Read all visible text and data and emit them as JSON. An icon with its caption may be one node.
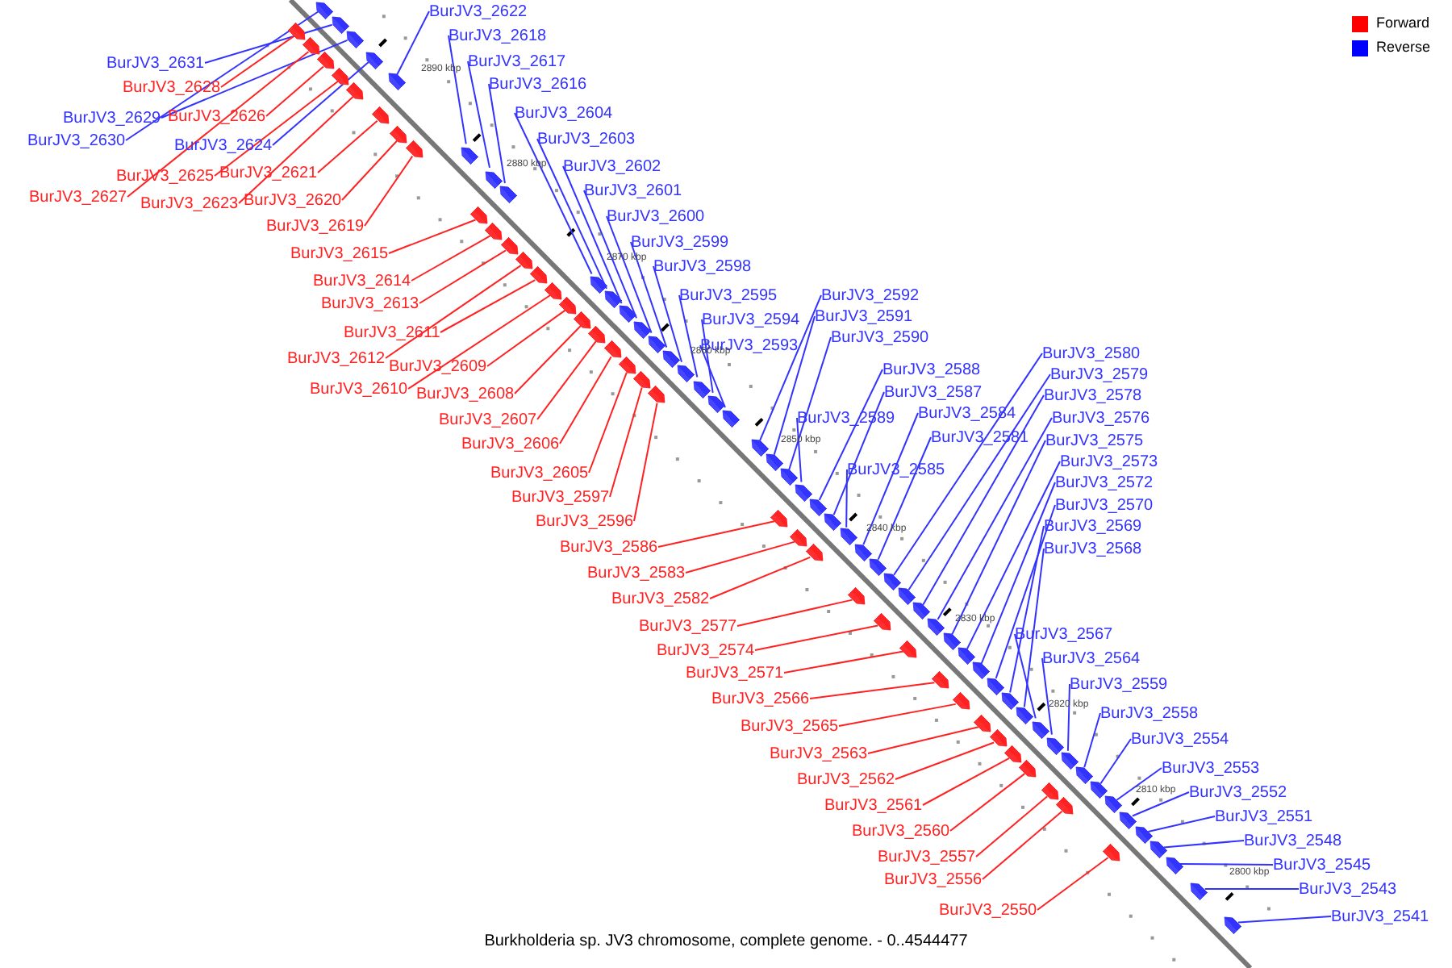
{
  "diagram": {
    "caption": "Burkholderia sp. JV3 chromosome, complete genome. - 0..4544477",
    "nodes": [
      {
        "text": [
          "BurJV3_2631"
        ]
      },
      {
        "text": [
          "BurJV3_2628"
        ]
      },
      {
        "text": [
          "BurJV3_2629"
        ]
      },
      {
        "text": [
          "BurJV3_2626"
        ]
      },
      {
        "text": [
          "BurJV3_2630"
        ]
      },
      {
        "text": [
          "BurJV3_2624"
        ]
      },
      {
        "text": [
          "BurJV3_2625"
        ]
      },
      {
        "text": [
          "BurJV3_2621"
        ]
      },
      {
        "text": [
          "BurJV3_2627"
        ]
      },
      {
        "text": [
          "BurJV3_2623"
        ]
      },
      {
        "text": [
          "BurJV3_2620"
        ]
      },
      {
        "text": [
          "BurJV3_2619"
        ]
      },
      {
        "text": [
          "BurJV3_2615"
        ]
      },
      {
        "text": [
          "BurJV3_2614"
        ]
      },
      {
        "text": [
          "BurJV3_2613"
        ]
      },
      {
        "text": [
          "BurJV3_2611"
        ]
      },
      {
        "text": [
          "BurJV3_2612"
        ]
      },
      {
        "text": [
          "BurJV3_2609"
        ]
      },
      {
        "text": [
          "BurJV3_2610"
        ]
      },
      {
        "text": [
          "BurJV3_2608"
        ]
      },
      {
        "text": [
          "BurJV3_2607"
        ]
      },
      {
        "text": [
          "BurJV3_2606"
        ]
      },
      {
        "text": [
          "BurJV3_2605"
        ]
      },
      {
        "text": [
          "BurJV3_2597"
        ]
      },
      {
        "text": [
          "BurJV3_2596"
        ]
      },
      {
        "text": [
          "BurJV3_2586"
        ]
      },
      {
        "text": [
          "BurJV3_2583"
        ]
      },
      {
        "text": [
          "BurJV3_2582"
        ]
      },
      {
        "text": [
          "BurJV3_2577"
        ]
      },
      {
        "text": [
          "BurJV3_2574"
        ]
      },
      {
        "text": [
          "BurJV3_2571"
        ]
      },
      {
        "text": [
          "BurJV3_2566"
        ]
      },
      {
        "text": [
          "BurJV3_2565"
        ]
      },
      {
        "text": [
          "BurJV3_2563"
        ]
      },
      {
        "text": [
          "BurJV3_2562"
        ]
      },
      {
        "text": [
          "BurJV3_2561"
        ]
      },
      {
        "text": [
          "BurJV3_2560"
        ]
      },
      {
        "text": [
          "BurJV3_2557"
        ]
      },
      {
        "text": [
          "BurJV3_2556"
        ]
      },
      {
        "text": [
          "BurJV3_2550"
        ]
      },
      {
        "text": [
          "BurJV3_2622"
        ]
      },
      {
        "text": [
          "BurJV3_2618"
        ]
      },
      {
        "text": [
          "BurJV3_2617"
        ]
      },
      {
        "text": [
          "BurJV3_2616"
        ]
      },
      {
        "text": [
          "BurJV3_2604"
        ]
      },
      {
        "text": [
          "BurJV3_2603"
        ]
      },
      {
        "text": [
          "BurJV3_2602"
        ]
      },
      {
        "text": [
          "BurJV3_2601"
        ]
      },
      {
        "text": [
          "BurJV3_2600"
        ]
      },
      {
        "text": [
          "BurJV3_2599"
        ]
      },
      {
        "text": [
          "BurJV3_2598"
        ]
      },
      {
        "text": [
          "BurJV3_2595"
        ]
      },
      {
        "text": [
          "BurJV3_2594"
        ]
      },
      {
        "text": [
          "BurJV3_2593"
        ]
      },
      {
        "text": [
          "BurJV3_2592"
        ]
      },
      {
        "text": [
          "BurJV3_2591"
        ]
      },
      {
        "text": [
          "BurJV3_2590"
        ]
      },
      {
        "text": [
          "BurJV3_2588"
        ]
      },
      {
        "text": [
          "BurJV3_2587"
        ]
      },
      {
        "text": [
          "BurJV3_2589"
        ]
      },
      {
        "text": [
          "BurJV3_2584"
        ]
      },
      {
        "text": [
          "BurJV3_2581"
        ]
      },
      {
        "text": [
          "BurJV3_2585"
        ]
      },
      {
        "text": [
          "BurJV3_2580"
        ]
      },
      {
        "text": [
          "BurJV3_2579"
        ]
      },
      {
        "text": [
          "BurJV3_2578"
        ]
      },
      {
        "text": [
          "BurJV3_2576"
        ]
      },
      {
        "text": [
          "BurJV3_2575"
        ]
      },
      {
        "text": [
          "BurJV3_2573"
        ]
      },
      {
        "text": [
          "BurJV3_2572"
        ]
      },
      {
        "text": [
          "BurJV3_2570"
        ]
      },
      {
        "text": [
          "BurJV3_2569"
        ]
      },
      {
        "text": [
          "BurJV3_2568"
        ]
      },
      {
        "text": [
          "BurJV3_2567"
        ]
      },
      {
        "text": [
          "BurJV3_2564"
        ]
      },
      {
        "text": [
          "BurJV3_2559"
        ]
      },
      {
        "text": [
          "BurJV3_2558"
        ]
      },
      {
        "text": [
          "BurJV3_2554"
        ]
      },
      {
        "text": [
          "BurJV3_2553"
        ]
      },
      {
        "text": [
          "BurJV3_2552"
        ]
      },
      {
        "text": [
          "BurJV3_2551"
        ]
      },
      {
        "text": [
          "BurJV3_2548"
        ]
      },
      {
        "text": [
          "BurJV3_2545"
        ]
      },
      {
        "text": [
          "BurJV3_2543"
        ]
      },
      {
        "text": [
          "BurJV3_2541"
        ]
      },
      {
        "text": [],
        "shape": "box"
      },
      {
        "text": [],
        "shape": "box"
      },
      {
        "text": [],
        "shape": "box"
      },
      {
        "text": [],
        "shape": "box"
      },
      {
        "text": [],
        "shape": "box"
      },
      {
        "text": [],
        "shape": "box"
      },
      {
        "text": [],
        "shape": "box"
      },
      {
        "text": [],
        "shape": "box"
      },
      {
        "text": [],
        "shape": "box"
      },
      {
        "text": [],
        "shape": "box"
      },
      {
        "text": [],
        "shape": "box"
      },
      {
        "text": [],
        "shape": "box"
      },
      {
        "text": [],
        "shape": "box"
      },
      {
        "text": [],
        "shape": "box"
      },
      {
        "text": [],
        "shape": "box"
      },
      {
        "text": [],
        "shape": "box"
      },
      {
        "text": [],
        "shape": "box"
      },
      {
        "text": [],
        "shape": "box"
      },
      {
        "text": [],
        "shape": "box"
      },
      {
        "text": [],
        "shape": "box"
      },
      {
        "text": [],
        "shape": "box"
      },
      {
        "text": [],
        "shape": "box"
      },
      {
        "text": [],
        "shape": "box"
      },
      {
        "text": [],
        "shape": "box"
      },
      {
        "text": [],
        "shape": "box"
      },
      {
        "text": [],
        "shape": "box"
      },
      {
        "text": [],
        "shape": "box"
      },
      {
        "text": [],
        "shape": "box"
      },
      {
        "text": [],
        "shape": "box"
      },
      {
        "text": [],
        "shape": "box"
      },
      {
        "text": [],
        "shape": "box"
      },
      {
        "text": [],
        "shape": "box"
      },
      {
        "text": [],
        "shape": "box"
      },
      {
        "text": [],
        "shape": "box"
      },
      {
        "text": [],
        "shape": "box"
      },
      {
        "text": [],
        "shape": "box"
      },
      {
        "text": [],
        "shape": "box"
      },
      {
        "text": [],
        "shape": "box"
      },
      {
        "text": [],
        "shape": "box"
      },
      {
        "text": [],
        "shape": "box"
      },
      {
        "text": [],
        "shape": "box"
      },
      {
        "text": [],
        "shape": "box"
      },
      {
        "text": [],
        "shape": "box"
      },
      {
        "text": [],
        "shape": "box"
      },
      {
        "text": [],
        "shape": "box"
      },
      {
        "text": [],
        "shape": "box"
      },
      {
        "text": [],
        "shape": "box"
      },
      {
        "text": [],
        "shape": "box"
      },
      {
        "text": [],
        "shape": "box"
      },
      {
        "text": [],
        "shape": "box"
      },
      {
        "text": [],
        "shape": "box"
      },
      {
        "text": [],
        "shape": "box"
      },
      {
        "text": [],
        "shape": "box"
      },
      {
        "text": [],
        "shape": "box"
      },
      {
        "text": [],
        "shape": "box"
      },
      {
        "text": [],
        "shape": "box"
      },
      {
        "text": [],
        "shape": "box"
      },
      {
        "text": [],
        "shape": "box"
      },
      {
        "text": [],
        "shape": "box"
      },
      {
        "text": [],
        "shape": "box"
      },
      {
        "text": [],
        "shape": "box"
      },
      {
        "text": [],
        "shape": "box"
      },
      {
        "text": [],
        "shape": "box"
      },
      {
        "text": [],
        "shape": "box"
      },
      {
        "text": [],
        "shape": "box"
      },
      {
        "text": [],
        "shape": "box"
      },
      {
        "text": [],
        "shape": "box"
      },
      {
        "text": [],
        "shape": "box"
      },
      {
        "text": [],
        "shape": "box"
      },
      {
        "text": [],
        "shape": "box"
      },
      {
        "text": [],
        "shape": "box"
      },
      {
        "text": [],
        "shape": "box"
      },
      {
        "text": [],
        "shape": "box"
      },
      {
        "text": [],
        "shape": "box"
      },
      {
        "text": [],
        "shape": "box"
      },
      {
        "text": [],
        "shape": "box"
      },
      {
        "text": [],
        "shape": "box"
      },
      {
        "text": [],
        "shape": "box"
      },
      {
        "text": [],
        "shape": "box"
      },
      {
        "text": [],
        "shape": "box"
      },
      {
        "text": [],
        "shape": "box"
      },
      {
        "text": [],
        "shape": "box"
      },
      {
        "text": [],
        "shape": "box"
      },
      {
        "text": [],
        "shape": "box"
      },
      {
        "text": [],
        "shape": "box"
      }
    ],
    "edges": [
      {
        "from": 0,
        "to": 85,
        "arrow": "none",
        "color": "#3333ff"
      },
      {
        "from": 1,
        "to": 86,
        "arrow": "none",
        "color": "#ff2222"
      },
      {
        "from": 2,
        "to": 87,
        "arrow": "none",
        "color": "#3333ff"
      },
      {
        "from": 3,
        "to": 88,
        "arrow": "none",
        "color": "#ff2222"
      },
      {
        "from": 4,
        "to": 89,
        "arrow": "none",
        "color": "#3333ff"
      },
      {
        "from": 5,
        "to": 90,
        "arrow": "none",
        "color": "#3333ff"
      },
      {
        "from": 6,
        "to": 91,
        "arrow": "none",
        "color": "#ff2222"
      },
      {
        "from": 7,
        "to": 92,
        "arrow": "none",
        "color": "#ff2222"
      },
      {
        "from": 8,
        "to": 93,
        "arrow": "none",
        "color": "#ff2222"
      },
      {
        "from": 9,
        "to": 94,
        "arrow": "none",
        "color": "#ff2222"
      },
      {
        "from": 10,
        "to": 95,
        "arrow": "none",
        "color": "#ff2222"
      },
      {
        "from": 11,
        "to": 96,
        "arrow": "none",
        "color": "#ff2222"
      },
      {
        "from": 12,
        "to": 97,
        "arrow": "none",
        "color": "#ff2222"
      },
      {
        "from": 13,
        "to": 98,
        "arrow": "none",
        "color": "#ff2222"
      },
      {
        "from": 14,
        "to": 99,
        "arrow": "none",
        "color": "#ff2222"
      },
      {
        "from": 15,
        "to": 100,
        "arrow": "none",
        "color": "#ff2222"
      },
      {
        "from": 16,
        "to": 101,
        "arrow": "none",
        "color": "#ff2222"
      },
      {
        "from": 17,
        "to": 102,
        "arrow": "none",
        "color": "#ff2222"
      },
      {
        "from": 18,
        "to": 103,
        "arrow": "none",
        "color": "#ff2222"
      },
      {
        "from": 19,
        "to": 104,
        "arrow": "none",
        "color": "#ff2222"
      },
      {
        "from": 20,
        "to": 105,
        "arrow": "none",
        "color": "#ff2222"
      },
      {
        "from": 21,
        "to": 106,
        "arrow": "none",
        "color": "#ff2222"
      },
      {
        "from": 22,
        "to": 107,
        "arrow": "none",
        "color": "#ff2222"
      },
      {
        "from": 23,
        "to": 108,
        "arrow": "none",
        "color": "#ff2222"
      },
      {
        "from": 24,
        "to": 109,
        "arrow": "none",
        "color": "#ff2222"
      },
      {
        "from": 25,
        "to": 110,
        "arrow": "none",
        "color": "#ff2222"
      },
      {
        "from": 26,
        "to": 111,
        "arrow": "none",
        "color": "#ff2222"
      },
      {
        "from": 27,
        "to": 112,
        "arrow": "none",
        "color": "#ff2222"
      },
      {
        "from": 28,
        "to": 113,
        "arrow": "none",
        "color": "#ff2222"
      },
      {
        "from": 29,
        "to": 114,
        "arrow": "none",
        "color": "#ff2222"
      },
      {
        "from": 30,
        "to": 115,
        "arrow": "none",
        "color": "#ff2222"
      },
      {
        "from": 31,
        "to": 116,
        "arrow": "none",
        "color": "#ff2222"
      },
      {
        "from": 32,
        "to": 117,
        "arrow": "none",
        "color": "#ff2222"
      },
      {
        "from": 33,
        "to": 118,
        "arrow": "none",
        "color": "#ff2222"
      },
      {
        "from": 34,
        "to": 119,
        "arrow": "none",
        "color": "#ff2222"
      },
      {
        "from": 35,
        "to": 120,
        "arrow": "none",
        "color": "#ff2222"
      },
      {
        "from": 36,
        "to": 121,
        "arrow": "none",
        "color": "#ff2222"
      },
      {
        "from": 37,
        "to": 122,
        "arrow": "none",
        "color": "#ff2222"
      },
      {
        "from": 38,
        "to": 123,
        "arrow": "none",
        "color": "#ff2222"
      },
      {
        "from": 39,
        "to": 124,
        "arrow": "none",
        "color": "#ff2222"
      },
      {
        "from": 40,
        "to": 125,
        "arrow": "none",
        "color": "#3333ff"
      },
      {
        "from": 41,
        "to": 126,
        "arrow": "none",
        "color": "#3333ff"
      },
      {
        "from": 42,
        "to": 127,
        "arrow": "none",
        "color": "#3333ff"
      },
      {
        "from": 43,
        "to": 128,
        "arrow": "none",
        "color": "#3333ff"
      },
      {
        "from": 44,
        "to": 129,
        "arrow": "none",
        "color": "#3333ff"
      },
      {
        "from": 45,
        "to": 130,
        "arrow": "none",
        "color": "#3333ff"
      },
      {
        "from": 46,
        "to": 131,
        "arrow": "none",
        "color": "#3333ff"
      },
      {
        "from": 47,
        "to": 132,
        "arrow": "none",
        "color": "#3333ff"
      },
      {
        "from": 48,
        "to": 133,
        "arrow": "none",
        "color": "#3333ff"
      },
      {
        "from": 49,
        "to": 134,
        "arrow": "none",
        "color": "#3333ff"
      },
      {
        "from": 50,
        "to": 135,
        "arrow": "none",
        "color": "#3333ff"
      },
      {
        "from": 51,
        "to": 136,
        "arrow": "none",
        "color": "#3333ff"
      },
      {
        "from": 52,
        "to": 137,
        "arrow": "none",
        "color": "#3333ff"
      },
      {
        "from": 53,
        "to": 138,
        "arrow": "none",
        "color": "#3333ff"
      },
      {
        "from": 54,
        "to": 139,
        "arrow": "none",
        "color": "#3333ff"
      },
      {
        "from": 55,
        "to": 140,
        "arrow": "none",
        "color": "#3333ff"
      },
      {
        "from": 56,
        "to": 141,
        "arrow": "none",
        "color": "#3333ff"
      },
      {
        "from": 57,
        "to": 142,
        "arrow": "none",
        "color": "#3333ff"
      },
      {
        "from": 58,
        "to": 143,
        "arrow": "none",
        "color": "#3333ff"
      },
      {
        "from": 59,
        "to": 144,
        "arrow": "none",
        "color": "#3333ff"
      },
      {
        "from": 60,
        "to": 145,
        "arrow": "none",
        "color": "#3333ff"
      },
      {
        "from": 61,
        "to": 146,
        "arrow": "none",
        "color": "#3333ff"
      },
      {
        "from": 62,
        "to": 147,
        "arrow": "none",
        "color": "#3333ff"
      },
      {
        "from": 63,
        "to": 148,
        "arrow": "none",
        "color": "#3333ff"
      },
      {
        "from": 64,
        "to": 149,
        "arrow": "none",
        "color": "#3333ff"
      },
      {
        "from": 65,
        "to": 150,
        "arrow": "none",
        "color": "#3333ff"
      },
      {
        "from": 66,
        "to": 151,
        "arrow": "none",
        "color": "#3333ff"
      },
      {
        "from": 67,
        "to": 152,
        "arrow": "none",
        "color": "#3333ff"
      },
      {
        "from": 68,
        "to": 153,
        "arrow": "none",
        "color": "#3333ff"
      },
      {
        "from": 69,
        "to": 154,
        "arrow": "none",
        "color": "#3333ff"
      },
      {
        "from": 70,
        "to": 155,
        "arrow": "none",
        "color": "#3333ff"
      },
      {
        "from": 71,
        "to": 156,
        "arrow": "none",
        "color": "#3333ff"
      },
      {
        "from": 72,
        "to": 157,
        "arrow": "none",
        "color": "#3333ff"
      },
      {
        "from": 73,
        "to": 158,
        "arrow": "none",
        "color": "#3333ff"
      },
      {
        "from": 74,
        "to": 159,
        "arrow": "none",
        "color": "#3333ff"
      },
      {
        "from": 75,
        "to": 160,
        "arrow": "none",
        "color": "#3333ff"
      },
      {
        "from": 76,
        "to": 161,
        "arrow": "none",
        "color": "#3333ff"
      },
      {
        "from": 77,
        "to": 162,
        "arrow": "none",
        "color": "#3333ff"
      },
      {
        "from": 78,
        "to": 163,
        "arrow": "none",
        "color": "#3333ff"
      },
      {
        "from": 79,
        "to": 164,
        "arrow": "none",
        "color": "#3333ff"
      },
      {
        "from": 80,
        "to": 165,
        "arrow": "none",
        "color": "#3333ff"
      },
      {
        "from": 81,
        "to": 166,
        "arrow": "none",
        "color": "#3333ff"
      },
      {
        "from": 82,
        "to": 167,
        "arrow": "none",
        "color": "#3333ff"
      },
      {
        "from": 83,
        "to": 168,
        "arrow": "none",
        "color": "#3333ff"
      },
      {
        "from": 84,
        "to": 169,
        "arrow": "none",
        "color": "#3333ff"
      }
    ],
    "labels": [
      "2890 kbp",
      "2880 kbp",
      "2870 kbp",
      "2860 kbp",
      "2850 kbp",
      "2840 kbp",
      "2830 kbp",
      "2820 kbp",
      "2810 kbp",
      "2800 kbp"
    ],
    "legend": [
      {
        "text": "Forward",
        "color": "#ff0000"
      },
      {
        "text": "Reverse",
        "color": "#0000ff"
      }
    ]
  }
}
